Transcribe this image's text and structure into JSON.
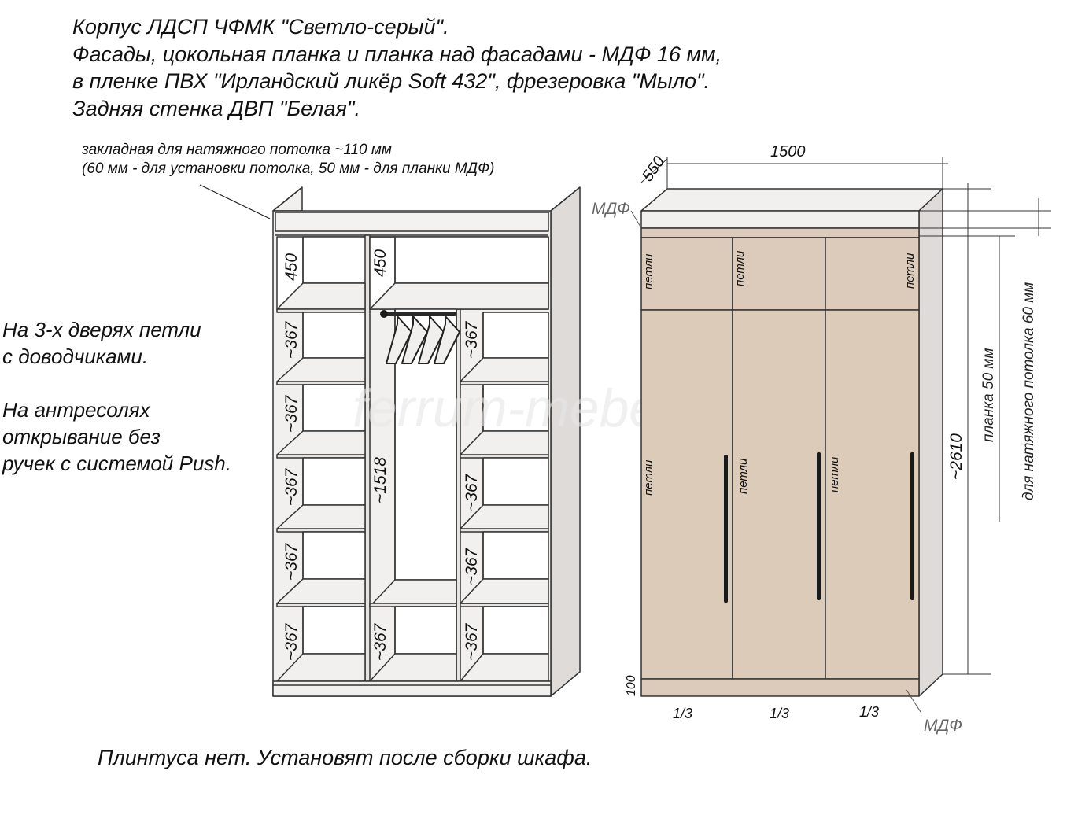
{
  "header": {
    "line1": "Корпус ЛДСП ЧФМК \"Светло-серый\".",
    "line2": "Фасады, цокольная планка и планка над фасадами - МДФ 16 мм,",
    "line3": "в пленке ПВХ \"Ирландский ликёр Soft 432\", фрезеровка \"Мыло\".",
    "line4": "Задняя стенка ДВП \"Белая\"."
  },
  "ceiling_note": {
    "line1": "закладная для натяжного потолка ~110 мм",
    "line2": "(60 мм - для установки потолка, 50 мм - для планки МДФ)"
  },
  "side_notes": {
    "hinges_1": "На 3-х дверях петли",
    "hinges_2": " с доводчиками.",
    "push_1": "На антресолях",
    "push_2": " открывание без",
    "push_3": "ручек с системой Push."
  },
  "interior": {
    "left_mezz_height": "450",
    "mid_mezz_height": "450",
    "hanging_height": "~1518",
    "shelf_height": "~367"
  },
  "front": {
    "width": "1500",
    "depth": "550",
    "height": "~2610",
    "mdf_top": "МДФ",
    "mdf_bottom": "МДФ",
    "plinth_height": "100",
    "hinges": "петли",
    "door_fraction": "1/3",
    "strip_note": "планка 50 мм",
    "ceiling_note": "для натяжного потолка 60 мм"
  },
  "watermark": "ferrum-mebel.ru",
  "footer": "Плинтуса нет. Установят после сборки шкафа.",
  "colors": {
    "carcass": "#f2f0ee",
    "carcass_side": "#dedbd8",
    "facade": "#ddcbb9",
    "facade_top": "#dccbbb",
    "line": "#333333"
  }
}
